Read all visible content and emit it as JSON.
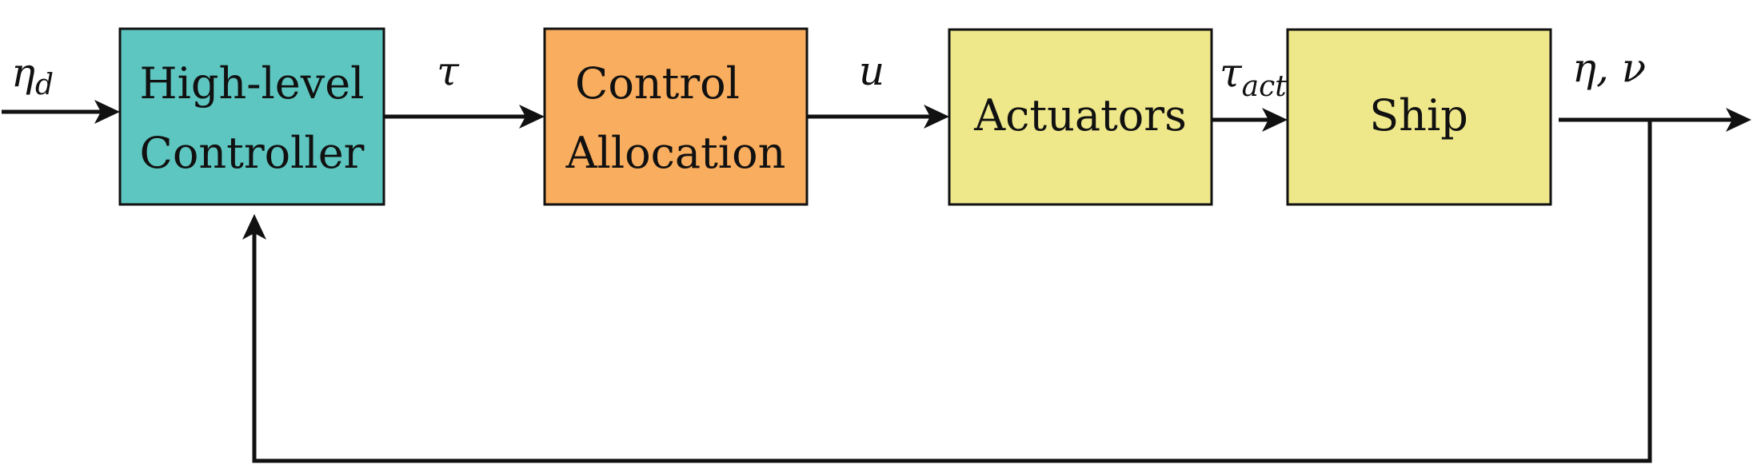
{
  "blocks": {
    "high_level_controller": {
      "line1": "High-level",
      "line2": "Controller",
      "color": "#5ec6c0"
    },
    "control_allocation": {
      "line1": "Control",
      "line2": "Allocation",
      "color": "#f9ad5e"
    },
    "actuators": {
      "label": "Actuators",
      "color": "#efe88a"
    },
    "ship": {
      "label": "Ship",
      "color": "#efe88a"
    }
  },
  "signals": {
    "eta_d": {
      "base": "η",
      "sub": "d"
    },
    "tau": {
      "base": "τ"
    },
    "u": {
      "base": "u"
    },
    "tau_act": {
      "base": "τ",
      "sub": "act"
    },
    "eta_nu": {
      "base": "η, ν"
    }
  }
}
